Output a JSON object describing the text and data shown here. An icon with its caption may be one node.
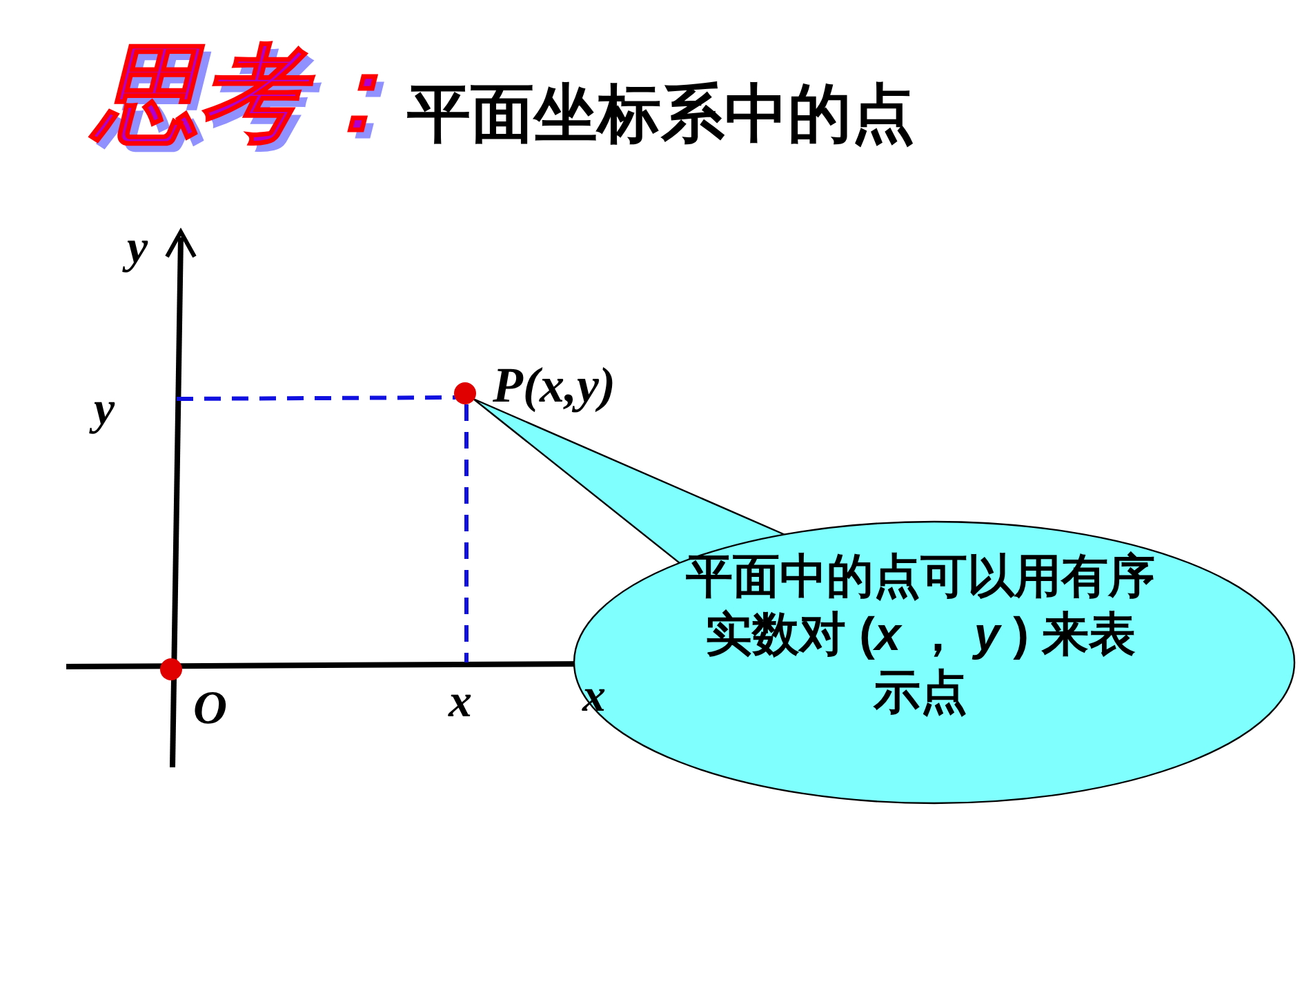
{
  "diagram": {
    "title": "平面坐标系中的点",
    "nodes": [
      {
        "text": [],
        "shape": "circle",
        "beside": [
          "*P*(*x*,*y*)"
        ]
      },
      {
        "text": [
          "平面中的点可以用有序实数对 (*x* ， *y* ) 来表示点"
        ]
      }
    ],
    "edges": [
      {
        "from": 1,
        "to": 0,
        "arrow": "none"
      }
    ],
    "labels": [
      "思考：",
      "y",
      "y",
      "O",
      "x",
      "x"
    ]
  }
}
